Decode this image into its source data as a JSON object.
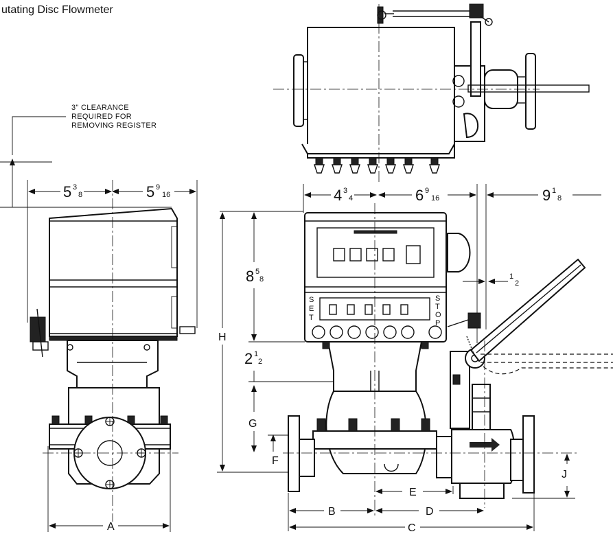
{
  "title": "utating Disc Flowmeter",
  "clearance_note": [
    "3\" CLEARANCE",
    "REQUIRED FOR",
    "REMOVING REGISTER"
  ],
  "dimensions": {
    "left_width_a": {
      "whole": "5",
      "num": "3",
      "den": "8"
    },
    "left_width_b": {
      "whole": "5",
      "num": "9",
      "den": "16"
    },
    "front_left": {
      "whole": "4",
      "num": "3",
      "den": "4"
    },
    "front_right": {
      "whole": "6",
      "num": "9",
      "den": "16"
    },
    "front_ext": {
      "whole": "9",
      "num": "1",
      "den": "8"
    },
    "register_height": {
      "whole": "8",
      "num": "5",
      "den": "8"
    },
    "gap_height": {
      "whole": "2",
      "num": "1",
      "den": "2"
    },
    "offset_half": {
      "num": "1",
      "den": "2"
    }
  },
  "letters": {
    "A": "A",
    "B": "B",
    "C": "C",
    "D": "D",
    "E": "E",
    "F": "F",
    "G": "G",
    "H": "H",
    "J": "J"
  },
  "register_labels": {
    "set": [
      "S",
      "E",
      "T"
    ],
    "stop": [
      "S",
      "T",
      "O",
      "P"
    ]
  }
}
